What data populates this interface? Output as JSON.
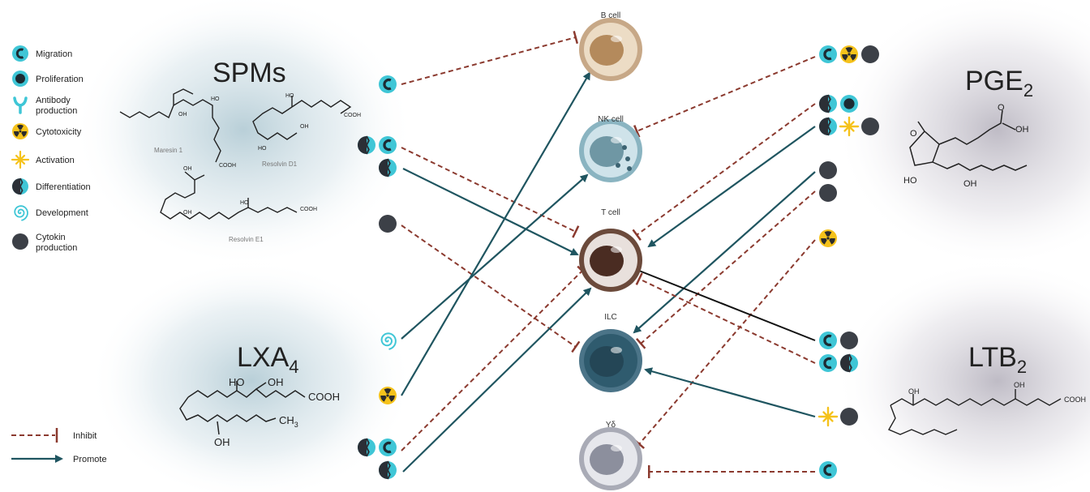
{
  "legend": {
    "items": [
      {
        "label_lines": [
          "Migration"
        ],
        "icon": "migration-icon"
      },
      {
        "label_lines": [
          "Proliferation"
        ],
        "icon": "proliferation-icon"
      },
      {
        "label_lines": [
          "Antibody",
          "production"
        ],
        "icon": "antibody-production-icon"
      },
      {
        "label_lines": [
          "Cytotoxicity"
        ],
        "icon": "cytotoxicity-icon"
      },
      {
        "label_lines": [
          "Activation"
        ],
        "icon": "activation-icon"
      },
      {
        "label_lines": [
          "Differentiation"
        ],
        "icon": "differentiation-icon"
      },
      {
        "label_lines": [
          "Development"
        ],
        "icon": "development-icon"
      },
      {
        "label_lines": [
          "Cytokin",
          "production"
        ],
        "icon": "cytokine-production-icon"
      }
    ],
    "inhibit_label": "Inhibit",
    "promote_label": "Promote"
  },
  "mediators": {
    "spms": {
      "title": "SPMs"
    },
    "lxa4": {
      "title": "LXA",
      "sub": "4"
    },
    "pge2": {
      "title": "PGE",
      "sub": "2"
    },
    "ltb2": {
      "title": "LTB",
      "sub": "2"
    }
  },
  "molecules": {
    "maresin": "Maresin 1",
    "resolvin_d1": "Resolvin D1",
    "resolvin_e1": "Resolvin E1",
    "oh": "OH",
    "ho": "HO",
    "cooh": "COOH",
    "ch3": "CH",
    "ch3_sub": "3",
    "o": "O"
  },
  "cells": {
    "b": "B cell",
    "nk": "NK cell",
    "t": "T cell",
    "ilc": "ILC",
    "gd": "Yδ"
  },
  "colors": {
    "inhibit": "#8b3a2f",
    "promote": "#1f5560",
    "black_arrow": "#111111",
    "icon_cyan": "#3fc6d6",
    "icon_dark": "#3c4047",
    "icon_yellow": "#f5c21b"
  }
}
